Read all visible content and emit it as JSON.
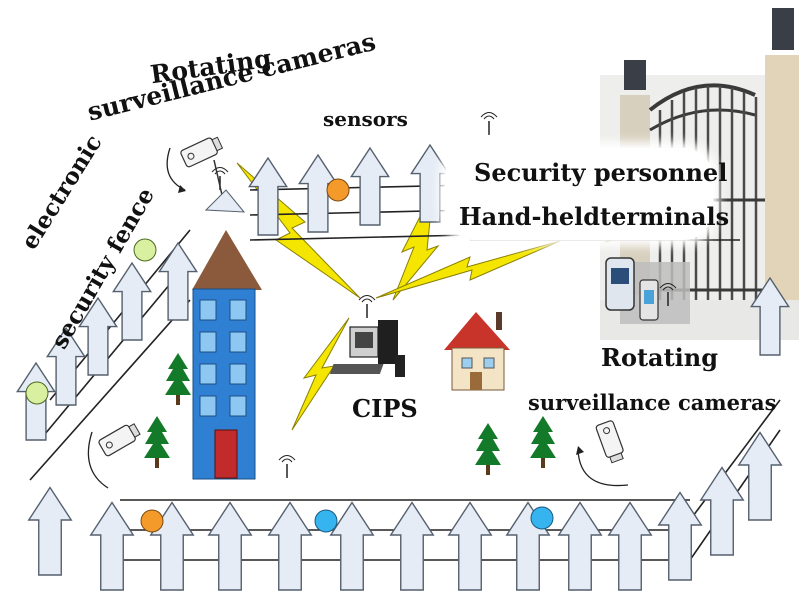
{
  "labels": {
    "rotating_cameras_top_line1": "Rotating",
    "rotating_cameras_top_line2": "surveillance cameras",
    "sensors": "sensors",
    "security_personnel": "Security personnel",
    "handheld_terminals": "Hand-heldterminals",
    "electronic_fence_line1": "electronic",
    "electronic_fence_line2": "security fence",
    "cips": "CIPS",
    "rotating_cameras_right_line1": "Rotating",
    "rotating_cameras_right_line2": "surveillance cameras"
  },
  "colors": {
    "arrow_fill": "#e6ecf5",
    "arrow_stroke": "#55606e",
    "fence_wire": "#222222",
    "lightning": "#f4e600",
    "sensor_orange": "#f39a2a",
    "sensor_green": "#d8f0a0",
    "sensor_blue": "#36b4ef",
    "building_blue": "#2f7fd2",
    "building_roof": "#8b5a3c",
    "tree_green": "#137a2a"
  },
  "icons": [
    "surveillance-camera-icon",
    "antenna-icon",
    "building-icon",
    "house-icon",
    "tree-icon",
    "computer-icon",
    "handheld-terminal-icon",
    "gate-icon",
    "lightning-icon",
    "sensor-icon"
  ]
}
